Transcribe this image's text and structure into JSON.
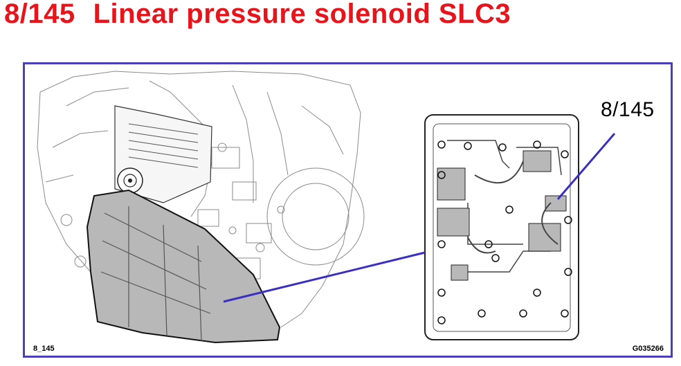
{
  "title": {
    "code": "8/145",
    "text": "Linear pressure solenoid SLC3",
    "color": "#e8141c"
  },
  "diagram": {
    "callout_label": "8/145",
    "figure_ref_left": "8_145",
    "figure_ref_right": "G035266",
    "frame_color": "#4a3fb8",
    "leader_color": "#3a2fc0",
    "pan_fill": "#b8b8b8"
  }
}
